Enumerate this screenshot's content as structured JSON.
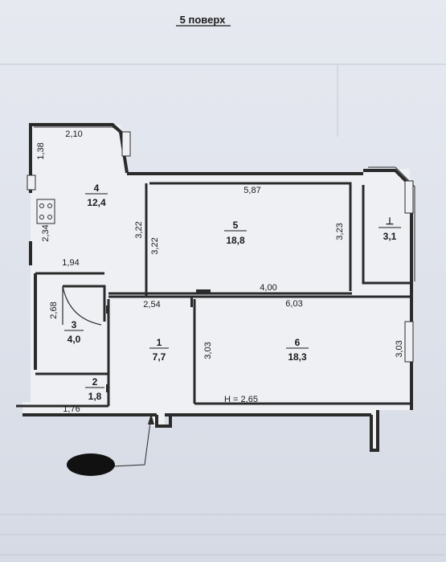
{
  "header": {
    "title": "5 поверх"
  },
  "rooms": [
    {
      "key": "r1",
      "num": "1",
      "area": "7,7"
    },
    {
      "key": "r2",
      "num": "2",
      "area": "1,8"
    },
    {
      "key": "r3",
      "num": "3",
      "area": "4,0"
    },
    {
      "key": "r4",
      "num": "4",
      "area": "12,4"
    },
    {
      "key": "r5",
      "num": "5",
      "area": "18,8"
    },
    {
      "key": "r6",
      "num": "6",
      "area": "18,3"
    },
    {
      "key": "rb",
      "num": "⊥",
      "area": "3,1"
    }
  ],
  "dimensions": {
    "d_210": "2,10",
    "d_138": "1,38",
    "d_587": "5,87",
    "d_322a": "3,22",
    "d_322b": "3,22",
    "d_323": "3,23",
    "d_234": "2,34",
    "d_194": "1,94",
    "d_268": "2,68",
    "d_254": "2,54",
    "d_400": "4,00",
    "d_603": "6,03",
    "d_303a": "3,03",
    "d_303b": "3,03",
    "d_176": "1,76",
    "d_h": "H = 2,65"
  },
  "colors": {
    "paper": "#e3e6ed",
    "wall": "#2a2a2a",
    "fill": "#f4f5f8",
    "ink": "#1a1a1a"
  }
}
